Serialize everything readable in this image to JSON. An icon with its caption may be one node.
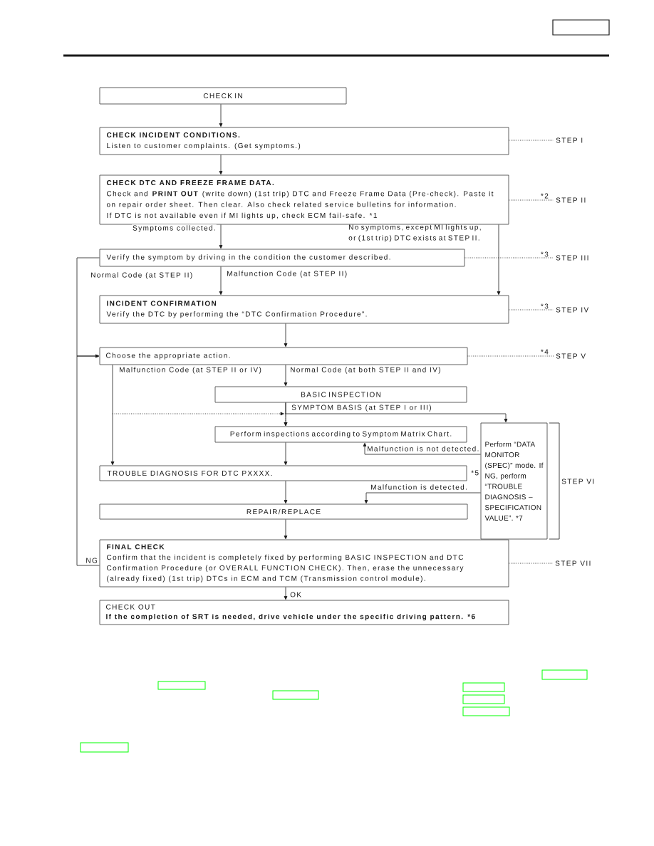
{
  "diagram": {
    "nodes": [
      {
        "text": [
          "CHECK IN"
        ]
      },
      {
        "text": [
          "CHECK INCIDENT CONDITIONS.",
          "Listen to customer complaints. (Get symptoms.)"
        ]
      },
      {
        "text": [
          "STEP I"
        ]
      },
      {
        "text": [
          "CHECK DTC AND FREEZE FRAME DATA.",
          "Check and **PRINT OUT** (write down) (1st trip) DTC and Freeze Frame Data (Pre-check). Paste it on repair order sheet. Then clear. Also check related service bulletins for information.",
          "If DTC is not available even if MI lights up, check ECM fail-safe. *1"
        ]
      },
      {
        "text": [
          "STEP II"
        ],
        "beside": [
          "*2"
        ]
      },
      {
        "text": [
          "Verify the symptom by driving in the condition the customer described."
        ]
      },
      {
        "text": [
          "STEP III"
        ],
        "beside": [
          "*3"
        ]
      },
      {
        "text": [
          "INCIDENT CONFIRMATION",
          "Verify the DTC by performing the “DTC Confirmation Procedure”."
        ]
      },
      {
        "text": [
          "STEP IV"
        ],
        "beside": [
          "*3"
        ]
      },
      {
        "text": [
          "Choose the appropriate action."
        ]
      },
      {
        "text": [
          "STEP V"
        ],
        "beside": [
          "*4"
        ]
      },
      {
        "text": [
          "BASIC INSPECTION"
        ]
      },
      {
        "text": [
          "Perform inspections according to Symptom Matrix Chart."
        ]
      },
      {
        "text": [
          "Perform “DATA MONITOR (SPEC)” mode. If NG, perform “TROUBLE DIAGNOSIS – SPECIFICATION VALUE”. *7"
        ]
      },
      {
        "text": [
          "TROUBLE DIAGNOSIS FOR DTC PXXXX."
        ],
        "beside": [
          "*5"
        ]
      },
      {
        "text": [
          "REPAIR/REPLACE"
        ]
      },
      {
        "text": [
          "FINAL CHECK",
          "Confirm that the incident is completely fixed by performing BASIC INSPECTION and DTC Confirmation Procedure (or OVERALL FUNCTION CHECK). Then, erase the unnecessary (already fixed) (1st trip) DTCs in ECM and TCM (Transmission control module)."
        ]
      },
      {
        "text": [
          "STEP VII"
        ]
      },
      {
        "text": [
          "CHECK OUT",
          "If the completion of SRT is needed, drive vehicle under the specific driving pattern. *6"
        ]
      }
    ],
    "edges": [
      {
        "from": 0,
        "to": 1,
        "arrow": "to"
      },
      {
        "from": 1,
        "to": 2,
        "arrow": "none",
        "style": "dashed"
      },
      {
        "from": 1,
        "to": 3,
        "arrow": "to"
      },
      {
        "from": 3,
        "to": 4,
        "arrow": "none",
        "style": "dashed"
      },
      {
        "from": 3,
        "to": 5,
        "arrow": "to",
        "label": "Symptoms collected."
      },
      {
        "from": 3,
        "to": 7,
        "arrow": "to",
        "label": "No symptoms, except MI lights up, or (1st trip) DTC exists at STEP II."
      },
      {
        "from": 5,
        "to": 6,
        "arrow": "none",
        "style": "dashed"
      },
      {
        "from": 5,
        "to": 9,
        "arrow": "to",
        "label": "Normal Code (at STEP II)"
      },
      {
        "from": 5,
        "to": 7,
        "arrow": "to",
        "label": "Malfunction Code (at STEP II)"
      },
      {
        "from": 7,
        "to": 8,
        "arrow": "none",
        "style": "dashed"
      },
      {
        "from": 7,
        "to": 9,
        "arrow": "to"
      },
      {
        "from": 9,
        "to": 10,
        "arrow": "none",
        "style": "dashed"
      },
      {
        "from": 9,
        "to": 14,
        "arrow": "to",
        "label": "Malfunction Code (at STEP II or IV)"
      },
      {
        "from": 9,
        "to": 11,
        "arrow": "to",
        "label": "Normal Code (at both STEP II and IV)"
      },
      {
        "from": null,
        "to": 12,
        "arrow": "to",
        "style": "dashed"
      },
      {
        "from": 11,
        "to": 12,
        "arrow": "to",
        "label": "SYMPTOM BASIS (at STEP I or III)"
      },
      {
        "from": 11,
        "to": 13,
        "arrow": "to"
      },
      {
        "from": 13,
        "to": 12,
        "arrow": "to",
        "label": "Malfunction is not detected."
      },
      {
        "from": 12,
        "to": 14,
        "arrow": "to"
      },
      {
        "from": 14,
        "to": 15,
        "arrow": "to"
      },
      {
        "from": 13,
        "to": 15,
        "arrow": "to",
        "label": "Malfunction is detected."
      },
      {
        "from": 15,
        "to": 16,
        "arrow": "to"
      },
      {
        "from": 16,
        "to": 17,
        "arrow": "none",
        "style": "dashed"
      },
      {
        "from": 16,
        "to": 9,
        "arrow": "to",
        "label": "NG"
      },
      {
        "from": 16,
        "to": 18,
        "arrow": "to",
        "label": "OK"
      }
    ],
    "labels": [
      "STEP VI"
    ]
  }
}
